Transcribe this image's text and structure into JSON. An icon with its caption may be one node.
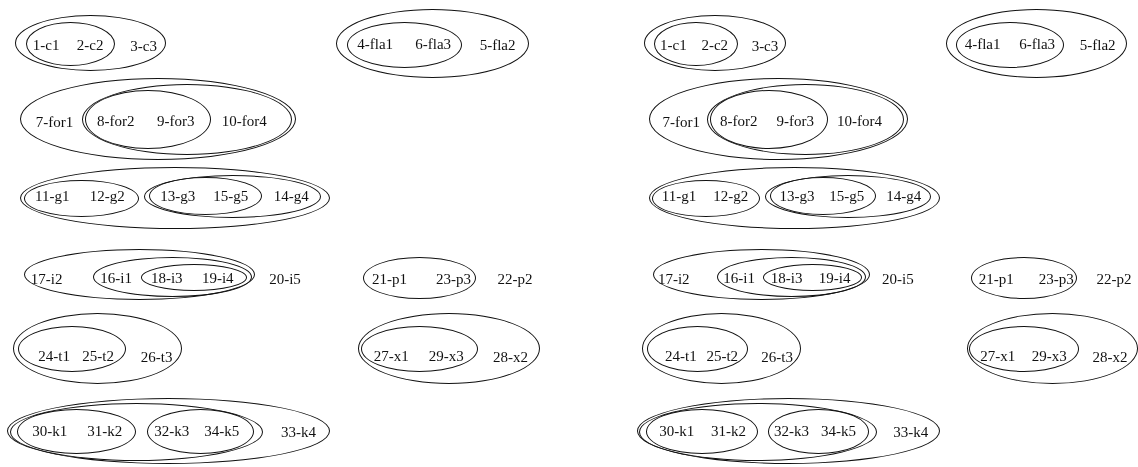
{
  "diagram": {
    "nodes": [
      {
        "text": [
          "3-c3"
        ]
      },
      {
        "text": [
          "1-c1",
          "2-c2"
        ],
        "in": 0
      },
      {
        "text": [
          "5-fla2"
        ]
      },
      {
        "text": [
          "4-fla1",
          "6-fla3"
        ],
        "in": 2
      },
      {
        "text": [
          "7-for1"
        ]
      },
      {
        "text": [
          "10-for4"
        ],
        "in": 4
      },
      {
        "text": [
          "8-for2",
          "9-for3"
        ],
        "in": 5
      },
      {
        "text": [],
        "shape": "ellipse"
      },
      {
        "text": [
          "11-g1",
          "12-g2"
        ],
        "in": 7
      },
      {
        "text": [
          "14-g4"
        ],
        "in": 7
      },
      {
        "text": [
          "13-g3",
          "15-g5"
        ],
        "in": 9
      },
      {
        "text": [
          "17-i2"
        ]
      },
      {
        "text": [
          "16-i1"
        ],
        "in": 11
      },
      {
        "text": [
          "18-i3",
          "19-i4"
        ],
        "in": 12
      },
      {
        "text": [
          "21-p1",
          "23-p3"
        ]
      },
      {
        "text": [
          "26-t3"
        ]
      },
      {
        "text": [
          "24-t1",
          "25-t2"
        ],
        "in": 15
      },
      {
        "text": [
          "28-x2"
        ]
      },
      {
        "text": [
          "27-x1",
          "29-x3"
        ],
        "in": 17
      },
      {
        "text": [
          "33-k4"
        ]
      },
      {
        "text": [],
        "shape": "ellipse",
        "in": 19
      },
      {
        "text": [
          "30-k1",
          "31-k2"
        ],
        "in": 20
      },
      {
        "text": [
          "32-k3",
          "34-k5"
        ],
        "in": 20
      },
      {
        "text": [
          "3-c3"
        ]
      },
      {
        "text": [
          "1-c1",
          "2-c2"
        ],
        "in": 23
      },
      {
        "text": [
          "5-fla2"
        ]
      },
      {
        "text": [
          "4-fla1",
          "6-fla3"
        ],
        "in": 25
      },
      {
        "text": [
          "7-for1"
        ]
      },
      {
        "text": [
          "10-for4"
        ],
        "in": 27
      },
      {
        "text": [
          "8-for2",
          "9-for3"
        ],
        "in": 28
      },
      {
        "text": [],
        "shape": "ellipse"
      },
      {
        "text": [
          "11-g1",
          "12-g2"
        ],
        "in": 30
      },
      {
        "text": [
          "14-g4"
        ],
        "in": 30
      },
      {
        "text": [
          "13-g3",
          "15-g5"
        ],
        "in": 32
      },
      {
        "text": [
          "17-i2"
        ]
      },
      {
        "text": [
          "16-i1"
        ],
        "in": 34
      },
      {
        "text": [
          "18-i3",
          "19-i4"
        ],
        "in": 35
      },
      {
        "text": [
          "21-p1",
          "23-p3"
        ]
      },
      {
        "text": [
          "26-t3"
        ]
      },
      {
        "text": [
          "24-t1",
          "25-t2"
        ],
        "in": 38
      },
      {
        "text": [
          "28-x2"
        ]
      },
      {
        "text": [
          "27-x1",
          "29-x3"
        ],
        "in": 40
      },
      {
        "text": [
          "33-k4"
        ]
      },
      {
        "text": [],
        "shape": "ellipse",
        "in": 42
      },
      {
        "text": [
          "30-k1",
          "31-k2"
        ],
        "in": 43
      },
      {
        "text": [
          "32-k3",
          "34-k5"
        ],
        "in": 43
      }
    ],
    "labels": [
      "20-i5",
      "22-p2",
      "20-i5",
      "22-p2"
    ]
  }
}
